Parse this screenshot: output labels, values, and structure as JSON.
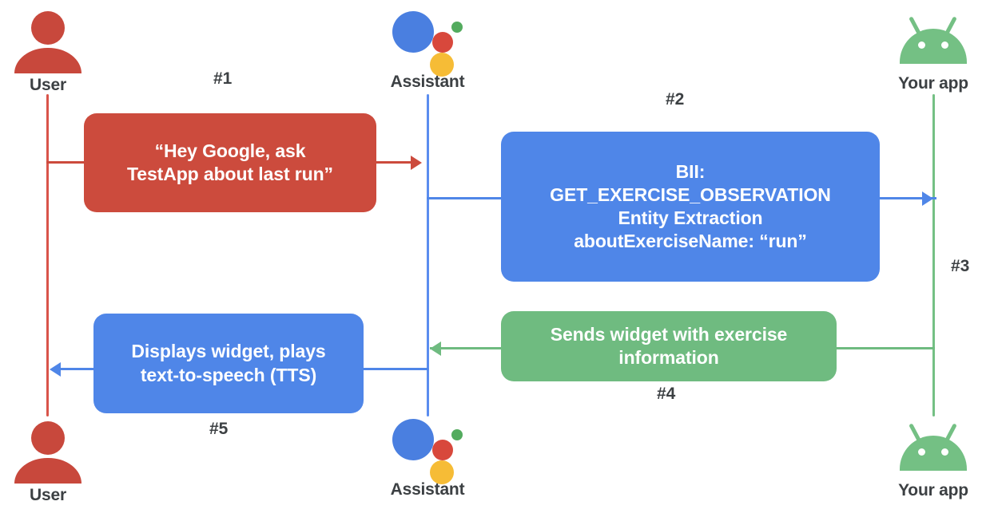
{
  "diagram": {
    "title": "Assistant App Actions sequence flow",
    "colors": {
      "red": "#cc4b3d",
      "blue": "#4f86e8",
      "green": "#6fbb80",
      "google_blue_dot": "#4a7fe0",
      "google_red_dot": "#d8483c",
      "google_green_dot": "#53ab5e",
      "google_yellow_dot": "#f6bc36",
      "label_text": "#3c4043"
    }
  },
  "actors": {
    "user_top": {
      "label": "User",
      "icon": "user-icon"
    },
    "assistant_top": {
      "label": "Assistant",
      "icon": "google-assistant-icon"
    },
    "app_top": {
      "label": "Your app",
      "icon": "android-icon"
    },
    "user_bottom": {
      "label": "User",
      "icon": "user-icon"
    },
    "assistant_bottom": {
      "label": "Assistant",
      "icon": "google-assistant-icon"
    },
    "app_bottom": {
      "label": "Your app",
      "icon": "android-icon"
    }
  },
  "steps": [
    {
      "id": "1",
      "number": "#1",
      "color": "red",
      "from": "User",
      "to": "Assistant",
      "lines": [
        "“Hey Google, ask",
        "TestApp about last run”"
      ]
    },
    {
      "id": "2",
      "number": "#2",
      "color": "blue",
      "from": "Assistant",
      "to": "Your app",
      "lines": [
        "BII:",
        "GET_EXERCISE_OBSERVATION",
        "Entity Extraction",
        "aboutExerciseName: “run”"
      ]
    },
    {
      "id": "3",
      "number": "#3",
      "color": "green",
      "from": "Assistant",
      "to": "Your app",
      "lines": []
    },
    {
      "id": "4",
      "number": "#4",
      "color": "green",
      "from": "Your app",
      "to": "Assistant",
      "lines": [
        "Sends widget with exercise",
        "information"
      ]
    },
    {
      "id": "5",
      "number": "#5",
      "color": "blue",
      "from": "Assistant",
      "to": "User",
      "lines": [
        "Displays widget, plays",
        "text-to-speech (TTS)"
      ]
    }
  ]
}
